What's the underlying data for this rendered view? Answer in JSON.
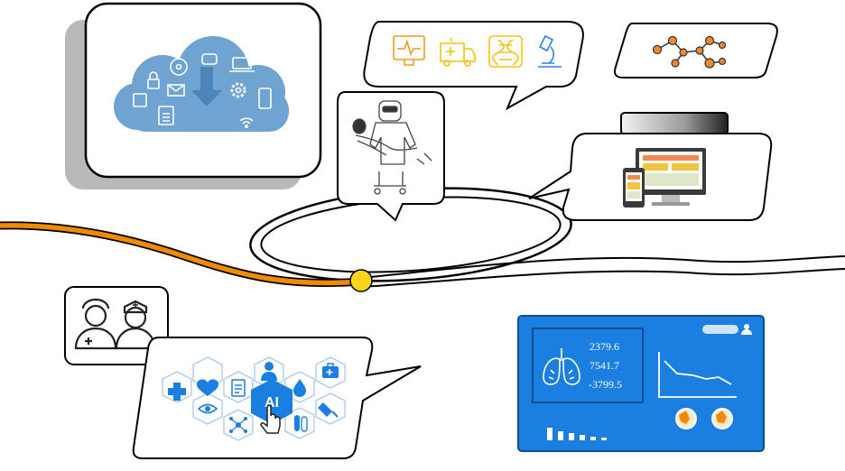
{
  "diagram": {
    "accent_blue": "#1a7fe0",
    "cloud_blue": "#6fa3d2",
    "track_orange": "#f08a00",
    "dot_yellow": "#f7d51c",
    "icon_orange": "#f39c12",
    "icon_yellow": "#f1c40f",
    "icon_blue": "#2f80ed"
  },
  "monitor": {
    "values": [
      "2379.6",
      "7541.7",
      "-3799.5"
    ]
  },
  "hex_panel": {
    "ai_label": "AI"
  },
  "icons": {
    "cloud": [
      "cloud-icon",
      "download-arrow-icon",
      "disc-icon",
      "chat-icon",
      "laptop-icon",
      "lock-icon",
      "mail-icon",
      "gear-icon",
      "phone-icon",
      "floppy-icon",
      "calculator-icon",
      "wifi-icon"
    ],
    "medical": [
      "ecg-monitor-icon",
      "ambulance-icon",
      "dna-icon",
      "microscope-icon"
    ],
    "molecule": "molecule-icon",
    "robot": "nursing-robot-icon",
    "devices": "responsive-devices-icon",
    "staff": "doctor-nurse-icon",
    "hexes": [
      "plus-icon",
      "heart-icon",
      "clipboard-icon",
      "doctor-icon",
      "drop-icon",
      "medkit-icon",
      "eye-icon",
      "network-icon",
      "capsule-icon",
      "test-tube-icon",
      "cursor-hand-icon"
    ],
    "monitor": [
      "lungs-icon",
      "line-chart-icon",
      "bar-chart-icon",
      "radar-icon",
      "user-icon"
    ]
  }
}
